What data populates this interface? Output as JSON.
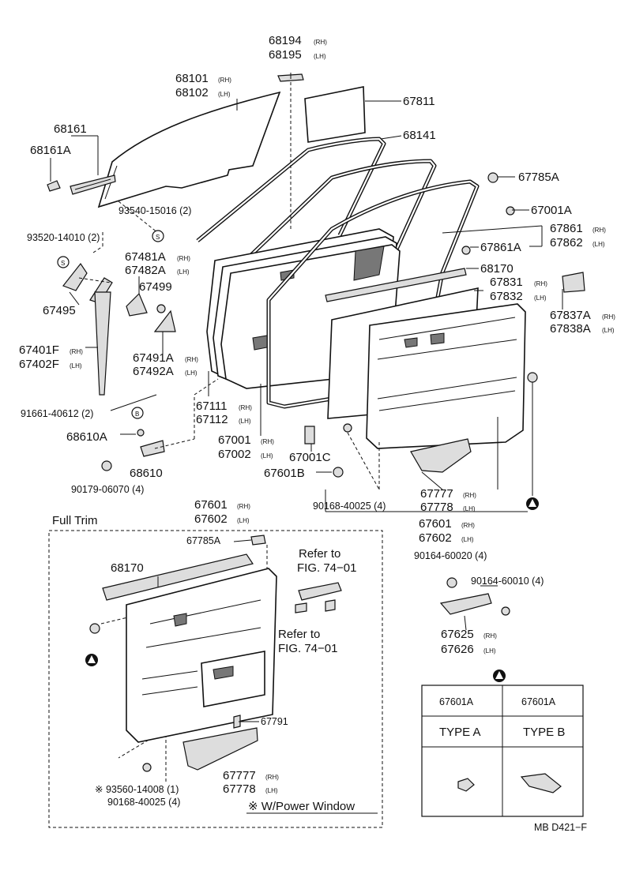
{
  "labels": {
    "p68194": "68194",
    "p68195": "68195",
    "p68101": "68101",
    "p68102": "68102",
    "p67811": "67811",
    "p68161": "68161",
    "p68161A": "68161A",
    "p68141": "68141",
    "p67785A": "67785A",
    "p67001A": "67001A",
    "p93540": "93540-15016 (2)",
    "p93520": "93520-14010 (2)",
    "p67861": "67861",
    "p67862": "67862",
    "p67861A": "67861A",
    "p67481A": "67481A",
    "p67482A": "67482A",
    "p67499": "67499",
    "p67495": "67495",
    "p68170": "68170",
    "p67831": "67831",
    "p67832": "67832",
    "p67837A": "67837A",
    "p67838A": "67838A",
    "p67401F": "67401F",
    "p67402F": "67402F",
    "p67491A": "67491A",
    "p67492A": "67492A",
    "p67111": "67111",
    "p67112": "67112",
    "p91661": "91661-40612 (2)",
    "p68610A": "68610A",
    "p67001": "67001",
    "p67002": "67002",
    "p67001C": "67001C",
    "p67601B": "67601B",
    "p68610": "68610",
    "p90179": "90179-06070 (4)",
    "p90168a": "90168-40025 (4)",
    "p67777a": "67777",
    "p67778a": "67778",
    "p67601a": "67601",
    "p67602a": "67602",
    "p67601b": "67601",
    "p67602b": "67602",
    "p90164a": "90164-60020 (4)",
    "p90164b": "90164-60010 (4)",
    "p67625": "67625",
    "p67626": "67626",
    "p67785A2": "67785A",
    "p68170b": "68170",
    "p67791": "67791",
    "p67777b": "67777",
    "p67778b": "67778",
    "p93560": "※ 93560-14008 (1)",
    "p90168b": "90168-40025 (4)",
    "rh": "(RH)",
    "lh": "(LH)"
  },
  "refer1": [
    "Refer to",
    "FIG. 74−01"
  ],
  "refer2": [
    "Refer to",
    "FIG. 74−01"
  ],
  "full_trim": "Full Trim",
  "power_window": "※ W/Power Window",
  "symbol_s": "S",
  "symbol_b": "B",
  "type_table": {
    "col1_part": "67601A",
    "col2_part": "67601A",
    "col1_type": "TYPE A",
    "col2_type": "TYPE B"
  },
  "footer_code": "MB D421−F"
}
